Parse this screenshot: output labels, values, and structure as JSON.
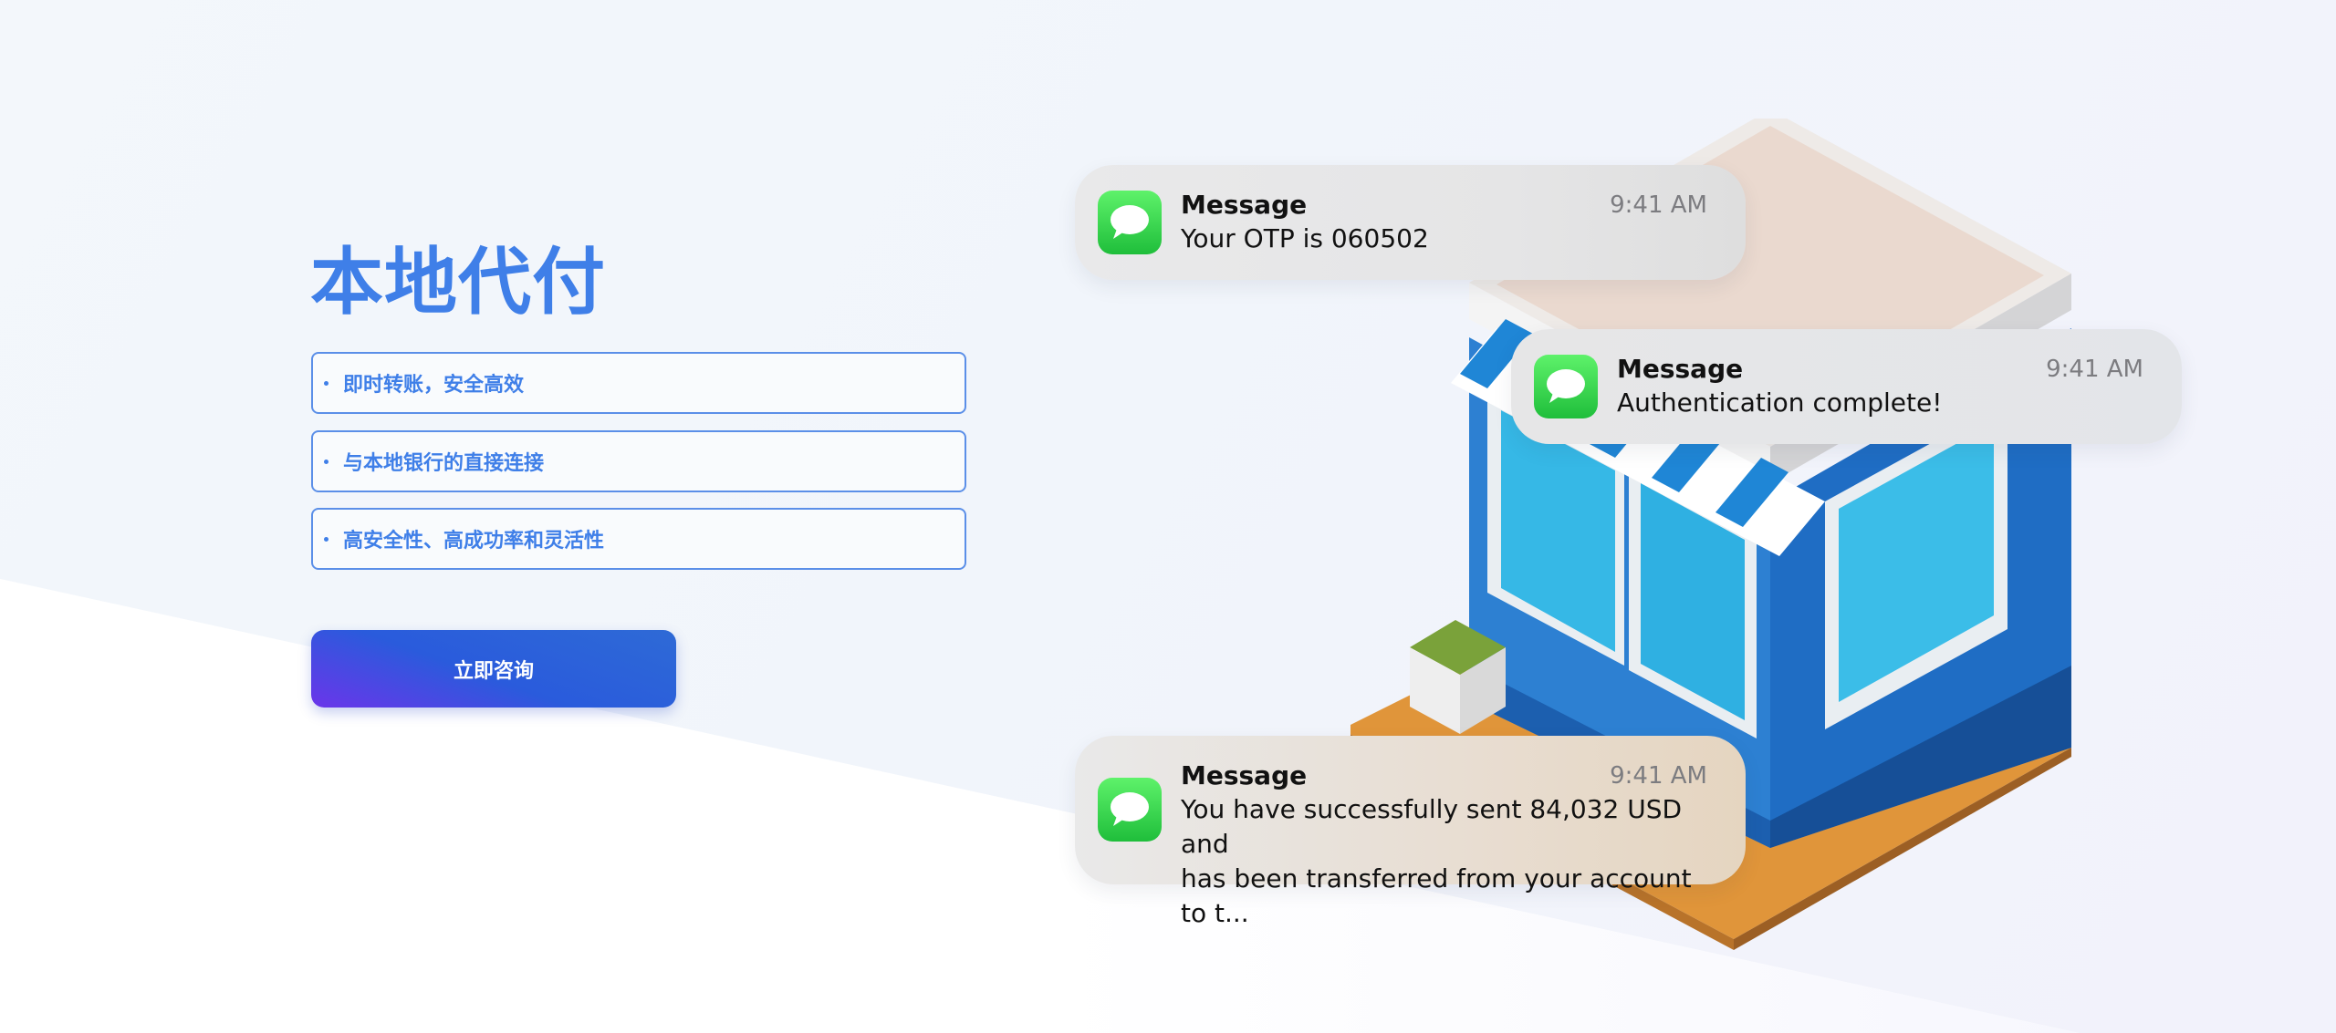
{
  "hero": {
    "title": "本地代付",
    "features": [
      "即时转账，安全高效",
      "与本地银行的直接连接",
      "高安全性、高成功率和灵活性"
    ],
    "cta_label": "立即咨询"
  },
  "notifications": [
    {
      "sender": "Message",
      "time": "9:41 AM",
      "lines": [
        "Your OTP is 060502"
      ]
    },
    {
      "sender": "Message",
      "time": "9:41 AM",
      "lines": [
        "Authentication complete!"
      ]
    },
    {
      "sender": "Message",
      "time": "9:41 AM",
      "lines": [
        "You have successfully sent 84,032 USD and",
        "has been transferred from your account to t..."
      ]
    }
  ],
  "colors": {
    "accent": "#3f7fe8",
    "cta_start": "#6b35ea",
    "cta_end": "#2e6ad6",
    "message_icon": "#28c840"
  },
  "icons": {
    "notification": "messages-icon"
  }
}
